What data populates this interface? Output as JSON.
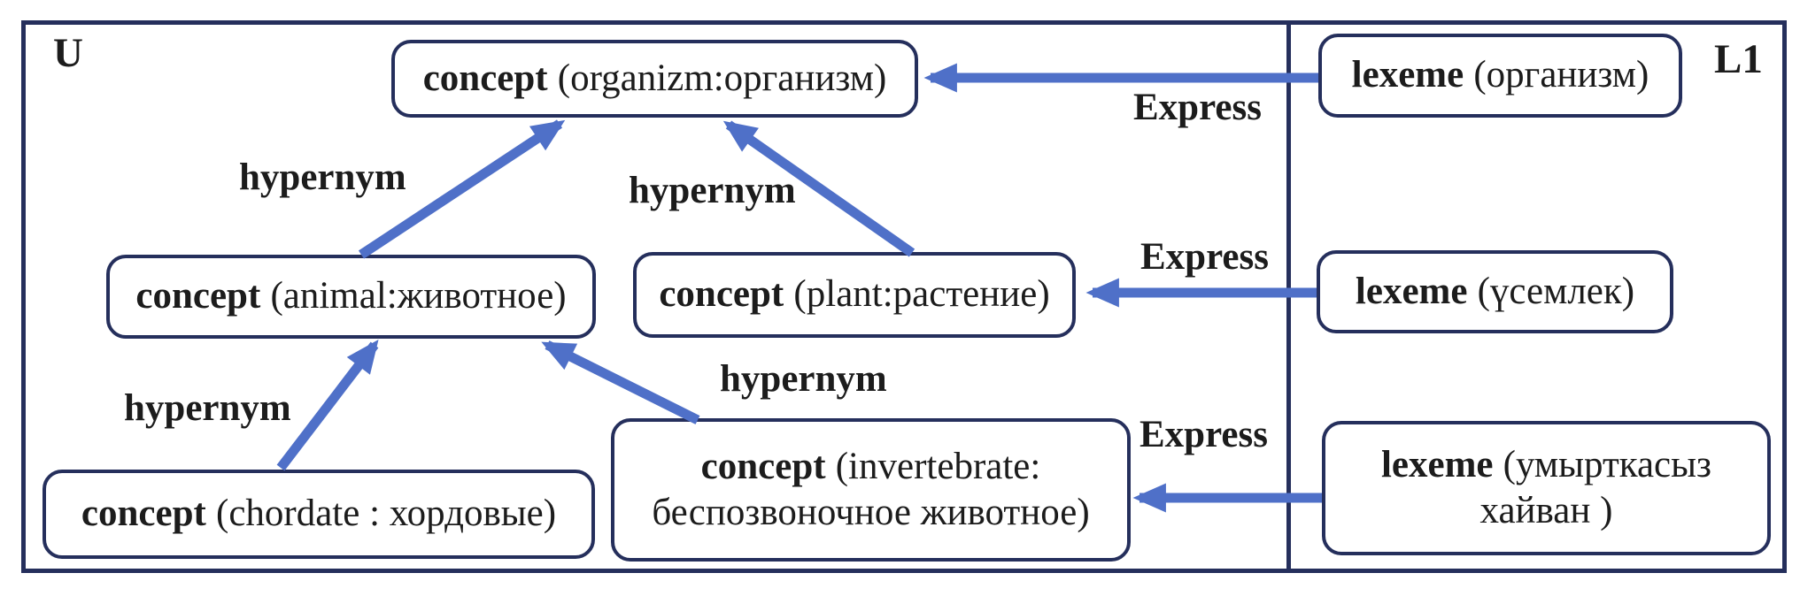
{
  "figure": {
    "left_region_label": "U",
    "right_region_label": "L1"
  },
  "concept_nodes": [
    {
      "keyword": "concept",
      "label": "(organizm:организм)",
      "label_line2": ""
    },
    {
      "keyword": "concept",
      "label": "(animal:животное)",
      "label_line2": ""
    },
    {
      "keyword": "concept",
      "label": "(plant:растение)",
      "label_line2": ""
    },
    {
      "keyword": "concept",
      "label": "(chordate : хордовые)",
      "label_line2": ""
    },
    {
      "keyword": "concept",
      "label": "(invertebrate:",
      "label_line2": "беспозвоночное животное)"
    }
  ],
  "lexeme_nodes": [
    {
      "keyword": "lexeme",
      "label": "(организм)",
      "label_line2": ""
    },
    {
      "keyword": "lexeme",
      "label": "(үсемлек)",
      "label_line2": ""
    },
    {
      "keyword": "lexeme",
      "label": "(умырткасыз",
      "label_line2": "хайван )"
    }
  ],
  "relations": [
    {
      "label": "hypernym",
      "from": "concept (animal:животное)",
      "to": "concept (organizm:организм)"
    },
    {
      "label": "hypernym",
      "from": "concept (plant:растение)",
      "to": "concept (organizm:организм)"
    },
    {
      "label": "hypernym",
      "from": "concept (chordate : хордовые)",
      "to": "concept (animal:животное)"
    },
    {
      "label": "hypernym",
      "from": "concept (invertebrate: беспозвоночное животное)",
      "to": "concept (animal:животное)"
    },
    {
      "label": "Express",
      "from": "lexeme (организм)",
      "to": "concept (organizm:организм)"
    },
    {
      "label": "Express",
      "from": "lexeme (үсемлек)",
      "to": "concept (plant:растение)"
    },
    {
      "label": "Express",
      "from": "lexeme (умырткасыз хайван )",
      "to": "concept (invertebrate: беспозвоночное животное)"
    }
  ],
  "colors": {
    "node_border": "#252f5c",
    "arrow_blue": "#4f70c8",
    "text": "#1c1c1c",
    "background": "#ffffff"
  }
}
